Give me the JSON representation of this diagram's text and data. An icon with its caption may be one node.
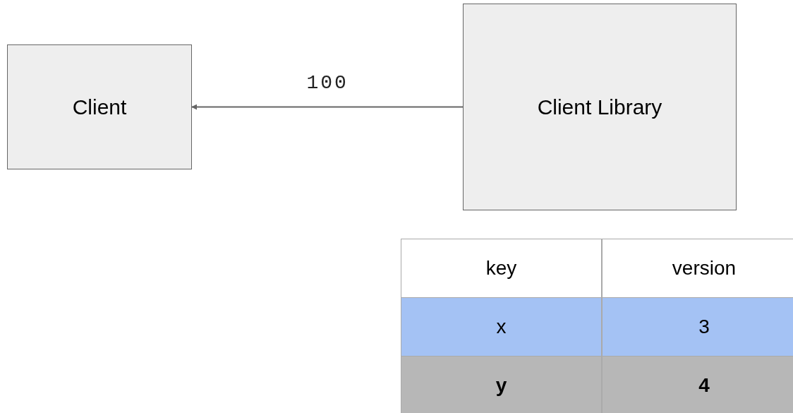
{
  "diagram": {
    "nodes": [
      {
        "text": [
          "Client"
        ]
      },
      {
        "text": [
          "Client Library"
        ]
      }
    ],
    "edges": [
      {
        "from": 1,
        "to": 0,
        "arrow": "to",
        "label": "100"
      }
    ],
    "labels": [
      "key",
      "version",
      "x",
      "3",
      "y",
      "4"
    ]
  }
}
